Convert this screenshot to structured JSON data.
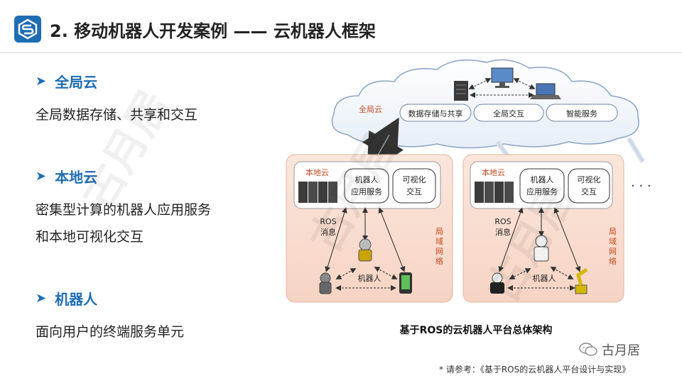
{
  "header": {
    "title": "2. 移动机器人开发案例 —— 云机器人框架",
    "brand_color": "#1f6db2"
  },
  "left": {
    "sections": [
      {
        "title": "全局云",
        "lines": [
          "全局数据存储、共享和交互"
        ]
      },
      {
        "title": "本地云",
        "lines": [
          "密集型计算的机器人应用服务",
          "和本地可视化交互"
        ]
      },
      {
        "title": "机器人",
        "lines": [
          "面向用户的终端服务单元"
        ]
      }
    ]
  },
  "diagram": {
    "global_cloud": {
      "label": "全局云",
      "boxes": [
        "数据存储与共享",
        "全局交互",
        "智能服务"
      ]
    },
    "local_cloud": {
      "label": "本地云",
      "app_box": [
        "机器人",
        "应用服务"
      ],
      "vis_box": [
        "可视化",
        "交互"
      ],
      "ros_label": [
        "ROS",
        "消息"
      ],
      "lan_label": [
        "局",
        "域",
        "网",
        "络"
      ],
      "robot_label": "机器人"
    },
    "ellipsis": "· · ·",
    "caption": "基于ROS的云机器人平台总体架构"
  },
  "footer": {
    "wechat_name": "古月居",
    "footnote": "* 请参考：《基于ROS的云机器人平台设计与实现》"
  },
  "watermark_text": "古月居"
}
